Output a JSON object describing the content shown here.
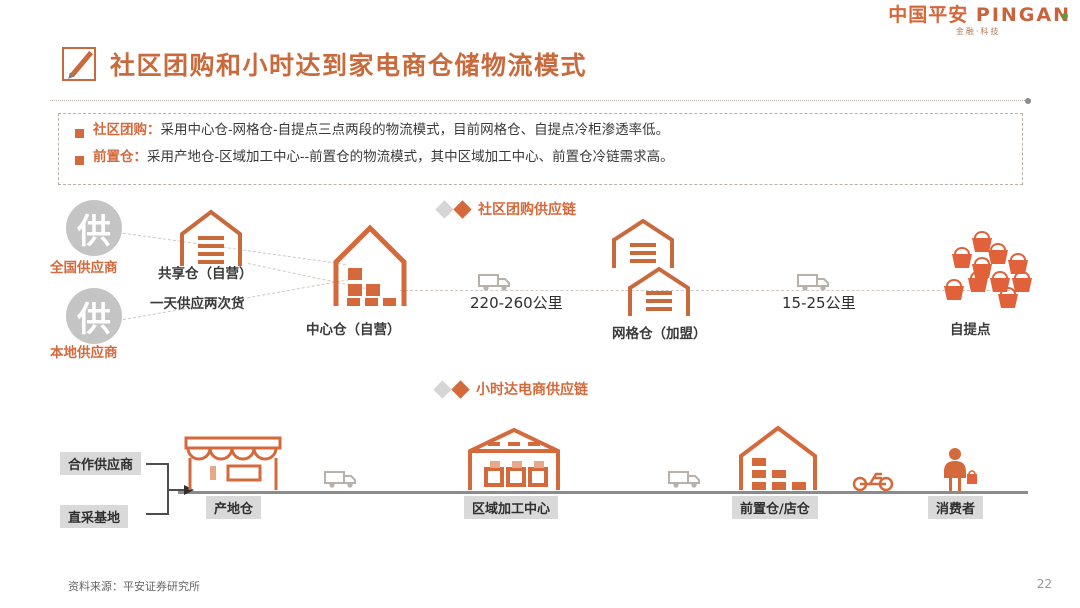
{
  "logo": {
    "brand_cn": "中国平安",
    "brand_en": "PINGAN",
    "subtitle": "金融·科技",
    "color": "#d4663a",
    "dot_color": "#5c9a3a"
  },
  "header": {
    "title": "社区团购和小时达到家电商仓储物流模式",
    "icon": "pencil-square-icon",
    "accent_color": "#c96a3c"
  },
  "bullets": [
    {
      "lead": "社区团购：",
      "body": "采用中心仓-网格仓-自提点三点两段的物流模式，目前网格仓、自提点冷柜渗透率低。"
    },
    {
      "lead": "前置仓：",
      "body": "采用产地仓-区域加工中心--前置仓的物流模式，其中区域加工中心、前置仓冷链需求高。"
    }
  ],
  "diagram_top": {
    "section_label": "社区团购供应链",
    "suppliers": [
      {
        "glyph": "供",
        "label": "全国供应商"
      },
      {
        "glyph": "供",
        "label": "本地供应商"
      }
    ],
    "nodes": [
      {
        "label": "共享仓（自营）",
        "icon": "warehouse-icon"
      },
      {
        "label": "中心仓（自营）",
        "icon": "house-boxes-icon"
      },
      {
        "label": "网格仓（加盟）",
        "icon": "double-warehouse-icon"
      },
      {
        "label": "自提点",
        "icon": "basket-cluster-icon"
      }
    ],
    "note": "一天供应两次货",
    "distances": [
      "220-260公里",
      "15-25公里"
    ]
  },
  "diagram_bottom": {
    "section_label": "小时达电商供应链",
    "sources": [
      "合作供应商",
      "直采基地"
    ],
    "nodes": [
      {
        "label": "产地仓",
        "icon": "storefront-icon"
      },
      {
        "label": "区域加工中心",
        "icon": "big-warehouse-icon"
      },
      {
        "label": "前置仓/店仓",
        "icon": "house-boxes-icon"
      },
      {
        "label": "消费者",
        "icon": "person-icon"
      }
    ],
    "transport": [
      "truck-icon",
      "truck-icon",
      "scooter-icon"
    ]
  },
  "footer": {
    "source": "资料来源：平安证券研究所",
    "page_number": "22"
  }
}
